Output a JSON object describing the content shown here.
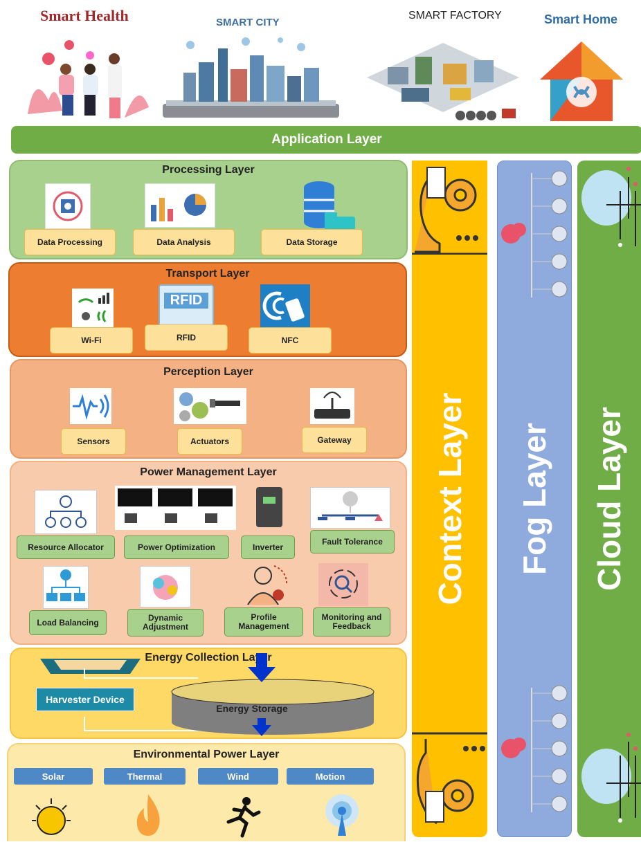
{
  "applications": {
    "smart_health": "Smart Health",
    "smart_city": "SMART CITY",
    "smart_factory": "SMART FACTORY",
    "smart_home": "Smart Home"
  },
  "application_layer": "Application Layer",
  "processing": {
    "title": "Processing Layer",
    "items": [
      "Data Processing",
      "Data Analysis",
      "Data Storage"
    ]
  },
  "transport": {
    "title": "Transport Layer",
    "items": [
      "Wi-Fi",
      "RFID",
      "NFC"
    ],
    "rfid_icon_text": "RFID"
  },
  "perception": {
    "title": "Perception  Layer",
    "items": [
      "Sensors",
      "Actuators",
      "Gateway"
    ]
  },
  "power_management": {
    "title": "Power Management Layer",
    "row1": [
      "Resource Allocator",
      "Power Optimization",
      "Inverter",
      "Fault Tolerance"
    ],
    "row2": [
      "Load Balancing",
      "Dynamic Adjustment",
      "Profile Management",
      "Monitoring and Feedback"
    ]
  },
  "energy_collection": {
    "title": "Energy Collection Layer",
    "harvester": "Harvester Device",
    "storage": "Energy Storage"
  },
  "environmental": {
    "title": "Environmental Power Layer",
    "sources": [
      "Solar",
      "Thermal",
      "Wind",
      "Motion"
    ]
  },
  "side_layers": {
    "context": "Context Layer",
    "fog": "Fog Layer",
    "cloud": "Cloud Layer"
  },
  "colors": {
    "application_green": "#70ad47",
    "processing_bg": "#a9d18e",
    "transport_bg": "#ed7d31",
    "perception_bg": "#f4b183",
    "power_bg": "#f8cbad",
    "energy_bg": "#ffd966",
    "environment_bg": "#fde9a9",
    "context_yellow": "#ffc000",
    "fog_blue": "#8faadc",
    "cloud_green": "#70ad47"
  }
}
